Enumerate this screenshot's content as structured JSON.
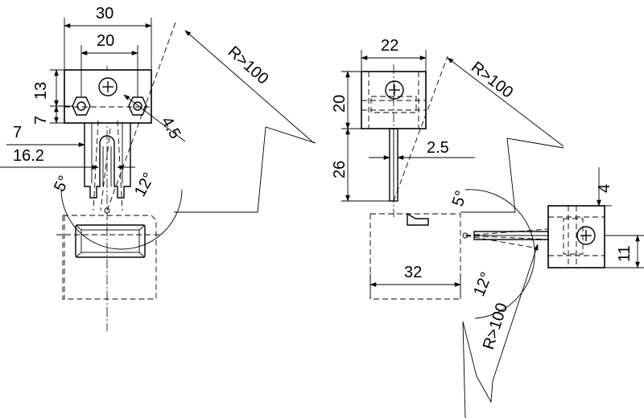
{
  "left_view": {
    "dim_overall_width": "30",
    "dim_pin_spacing": "20",
    "dim_height_upper": "13",
    "dim_height_lower": "7",
    "dim_pin_offset": "7",
    "dim_depth": "16.2",
    "dim_screw": "4.5",
    "angle_left": "5°",
    "angle_right": "12°",
    "bend_radius": "R>100"
  },
  "right_view": {
    "dim_width": "22",
    "dim_body_height": "20",
    "dim_pin_length": "26",
    "dim_pin_thickness": "2.5",
    "dim_socket_width": "32",
    "dim_top_offset": "4",
    "dim_bottom_offset": "11",
    "angle_up": "5°",
    "angle_down": "12°",
    "bend_radius_top": "R>100",
    "bend_radius_bottom": "R>100"
  }
}
